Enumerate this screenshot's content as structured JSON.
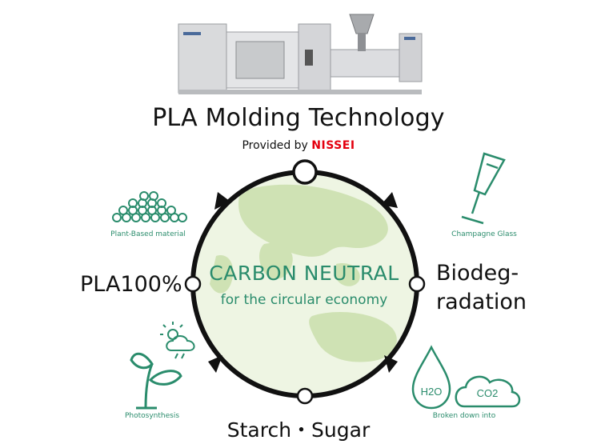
{
  "title": "PLA Molding Technology",
  "provided_prefix": "Provided by",
  "provided_brand": "NISSEI",
  "center_title": "CARBON NEUTRAL",
  "center_subtitle": "for the circular economy",
  "left_stage": "PLA100%",
  "right_stage_line1": "Biodeg-",
  "right_stage_line2": "radation",
  "bottom_stage": "Starch・Sugar",
  "icon_labels": {
    "plant_material": "Plant-Based material",
    "champagne": "Champagne Glass",
    "photosynthesis": "Photosynthesis",
    "broken_down": "Broken down into"
  },
  "molecules": {
    "water": "H2O",
    "co2": "CO2"
  },
  "colors": {
    "accent": "#2a8c6c",
    "brand": "#e4000f",
    "globe": "#cfe2b4",
    "ring": "#111111"
  }
}
